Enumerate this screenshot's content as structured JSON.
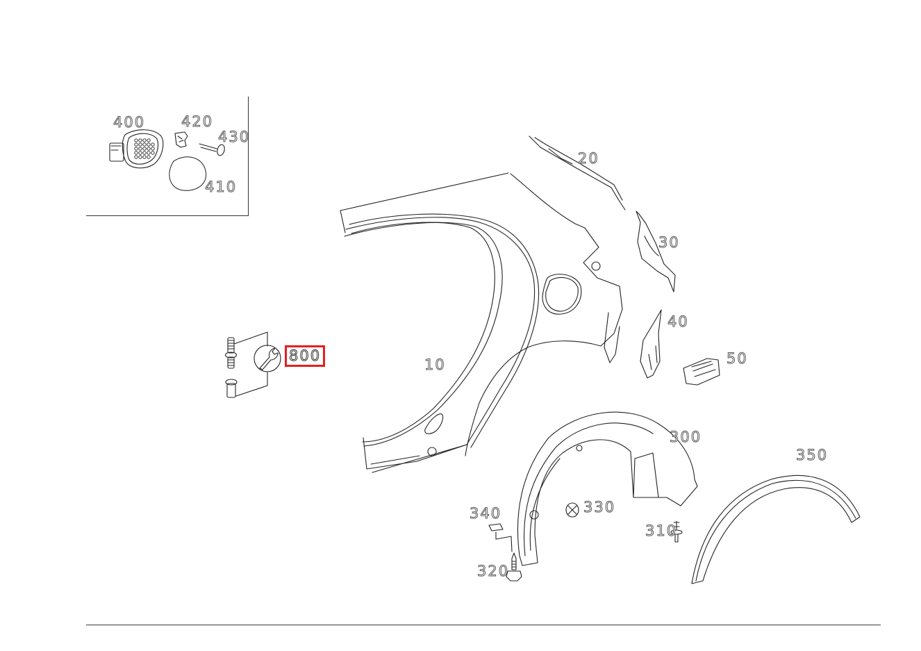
{
  "diagram": {
    "type": "exploded-parts-diagram",
    "subject": "rear side panel / quarter panel assembly",
    "highlight_color": "#e41e1e",
    "line_color": "#222222",
    "inset": {
      "callouts": [
        {
          "id": "400",
          "label": "400"
        },
        {
          "id": "420",
          "label": "420"
        },
        {
          "id": "430",
          "label": "430"
        },
        {
          "id": "410",
          "label": "410"
        }
      ]
    },
    "callouts": [
      {
        "id": "10",
        "label": "10"
      },
      {
        "id": "20",
        "label": "20"
      },
      {
        "id": "30",
        "label": "30"
      },
      {
        "id": "40",
        "label": "40"
      },
      {
        "id": "50",
        "label": "50"
      },
      {
        "id": "300",
        "label": "300"
      },
      {
        "id": "310",
        "label": "310"
      },
      {
        "id": "320",
        "label": "320"
      },
      {
        "id": "330",
        "label": "330"
      },
      {
        "id": "340",
        "label": "340"
      },
      {
        "id": "350",
        "label": "350"
      }
    ],
    "service_group": {
      "label": "800",
      "highlighted": true,
      "icon": "wrench-icon"
    }
  }
}
